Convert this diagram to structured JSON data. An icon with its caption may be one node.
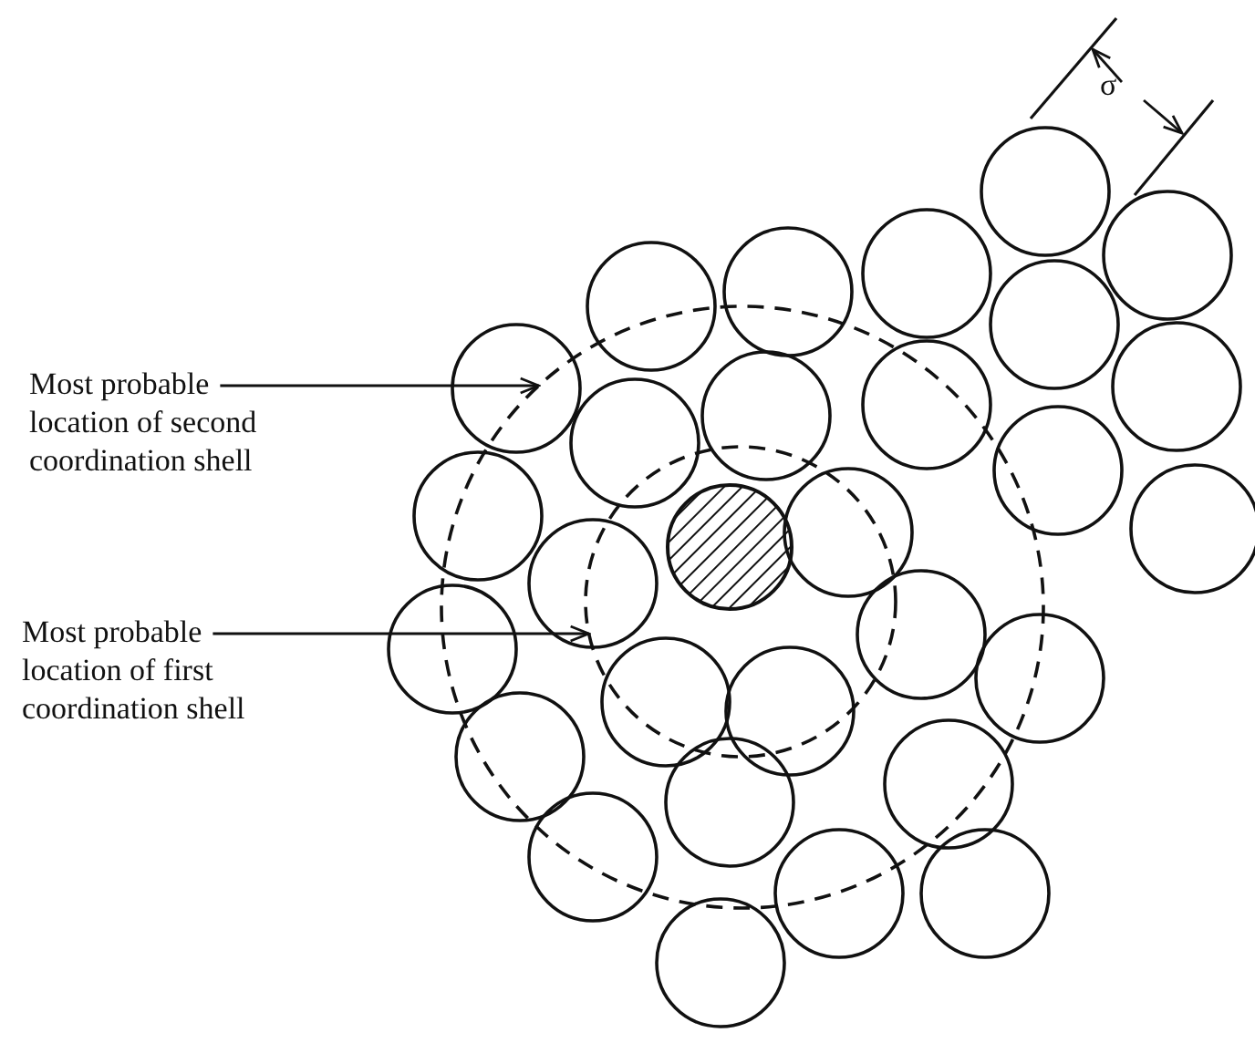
{
  "diagram": {
    "nodes": [
      {
        "text": [
          "Most probable location of second coordination shell"
        ]
      },
      {
        "text": [],
        "shape": "circle"
      },
      {
        "text": [
          "Most probable location of first coordination shell"
        ]
      },
      {
        "text": [],
        "shape": "circle",
        "in": 1
      }
    ],
    "edges": [
      {
        "from": 0,
        "to": 1,
        "arrow": "to"
      },
      {
        "from": 2,
        "to": 3,
        "arrow": "to"
      }
    ],
    "labels": [
      "σ"
    ]
  }
}
